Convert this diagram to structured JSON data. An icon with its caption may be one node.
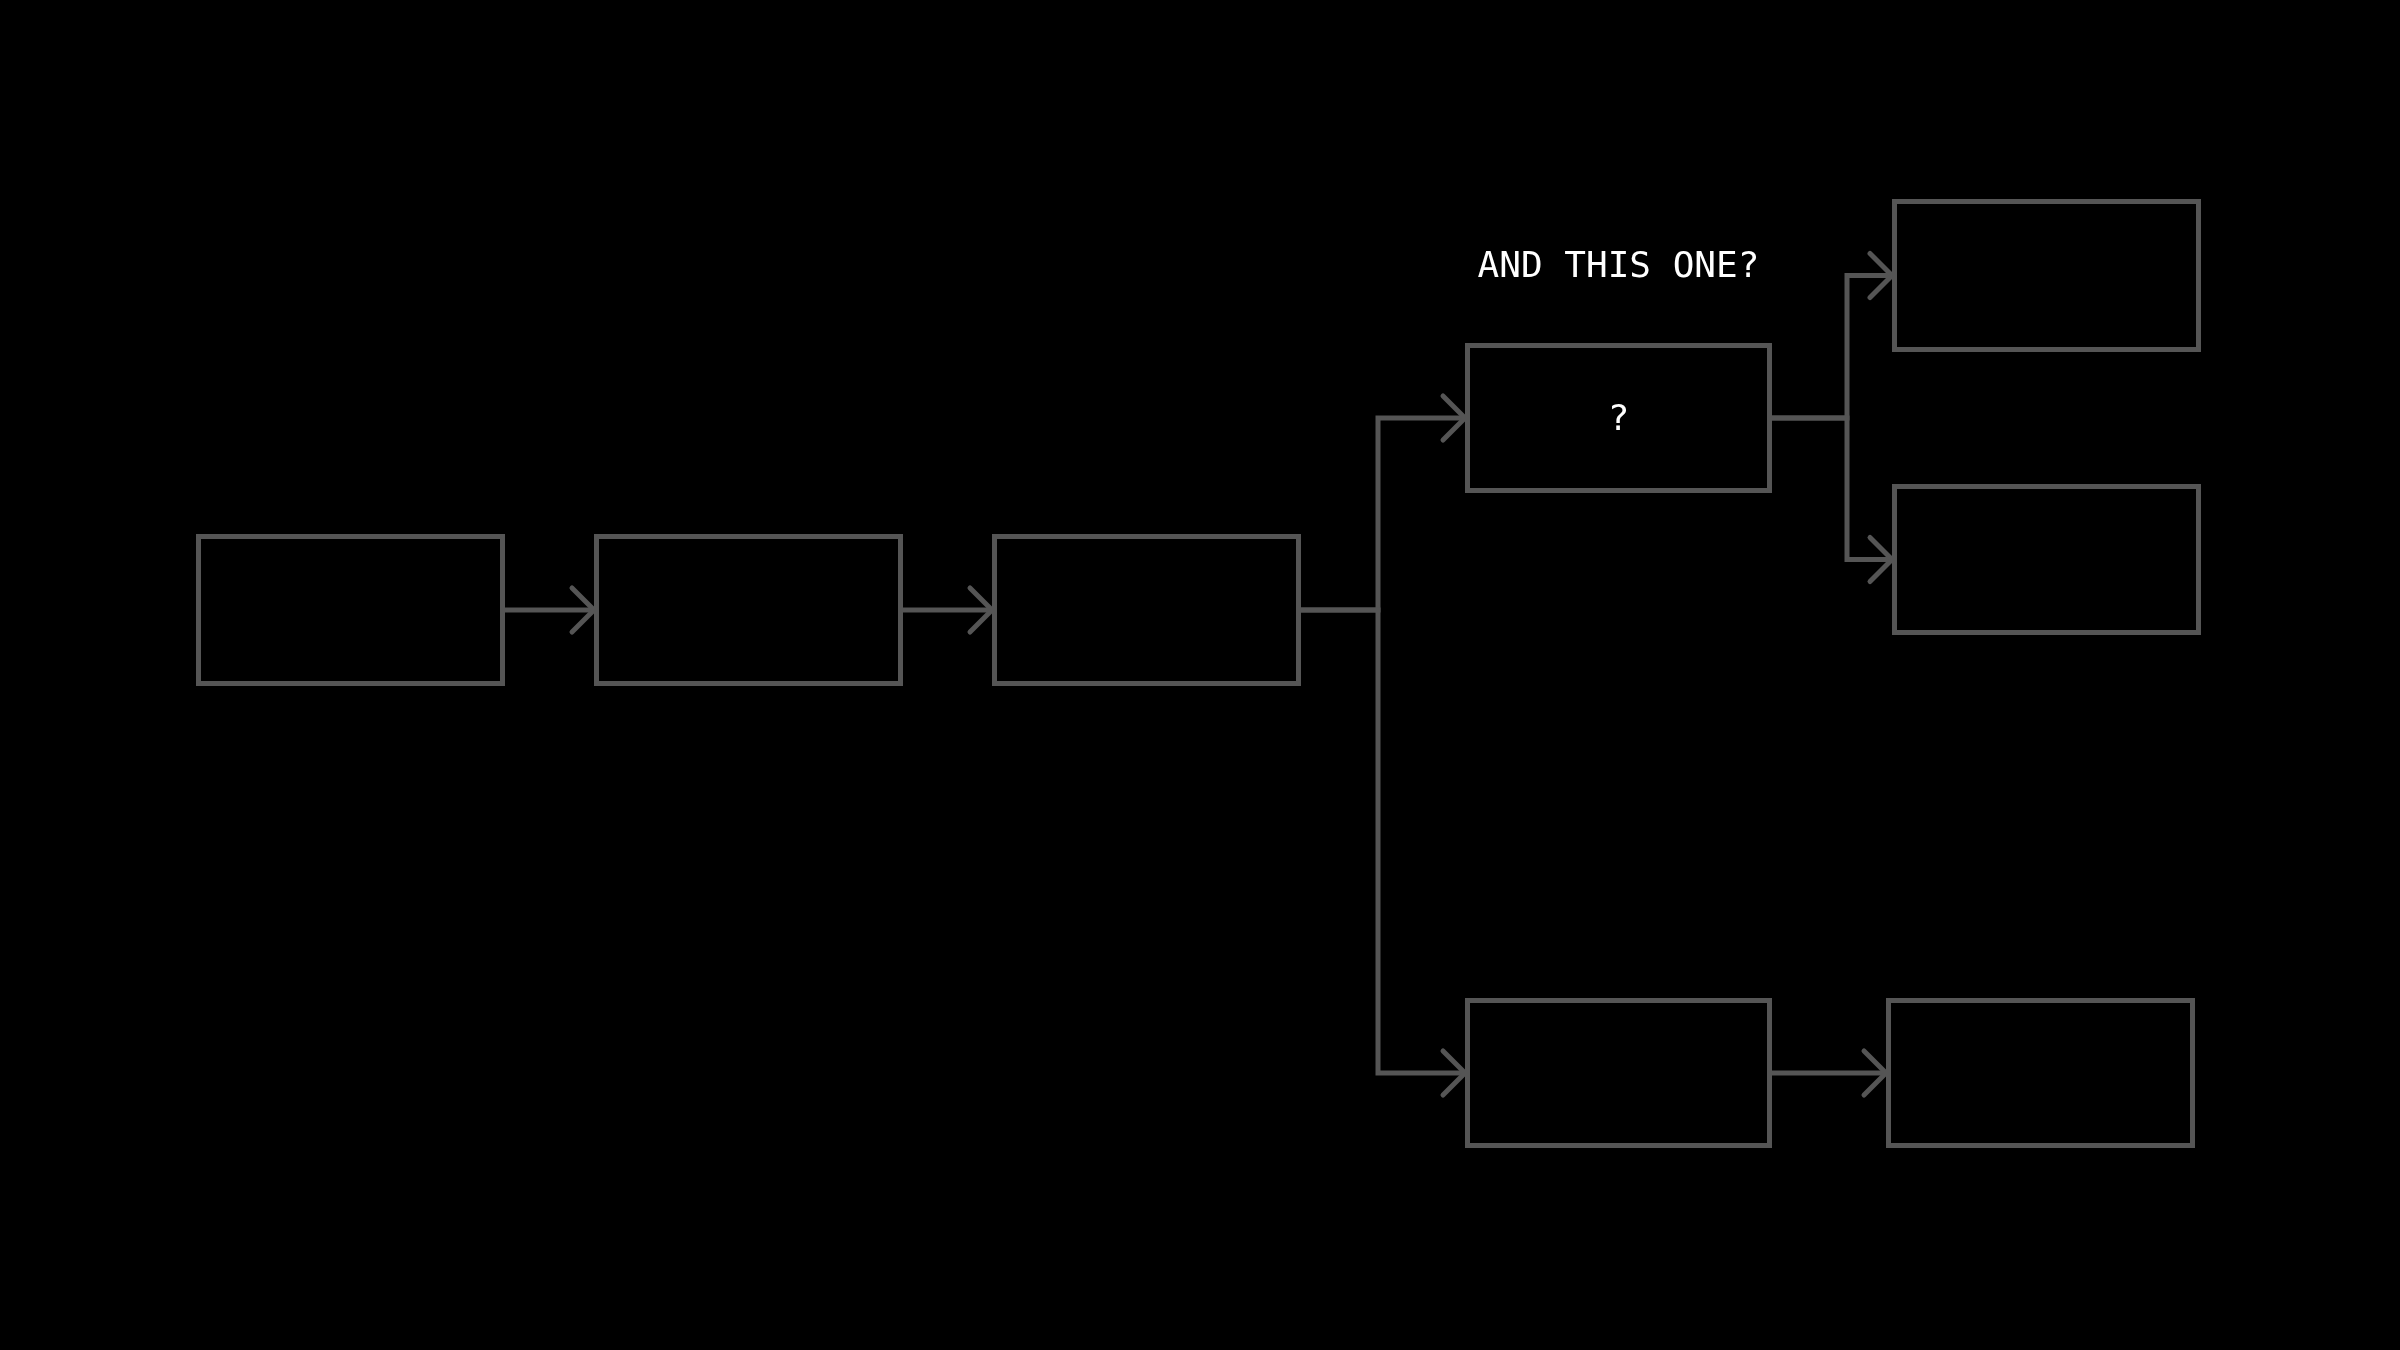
{
  "diagram": {
    "nodes": [
      {
        "text": [],
        "shape": "box"
      },
      {
        "text": [],
        "shape": "box"
      },
      {
        "text": [],
        "shape": "box"
      },
      {
        "text": [
          "?"
        ],
        "beside": [
          "AND THIS ONE?"
        ]
      },
      {
        "text": [],
        "shape": "box"
      },
      {
        "text": [],
        "shape": "box"
      },
      {
        "text": [],
        "shape": "box"
      },
      {
        "text": [],
        "shape": "box"
      }
    ],
    "edges": [
      {
        "from": 0,
        "to": 1,
        "arrow": "to"
      },
      {
        "from": 1,
        "to": 2,
        "arrow": "to"
      },
      {
        "from": 2,
        "to": 3,
        "arrow": "to"
      },
      {
        "from": 2,
        "to": 6,
        "arrow": "to"
      },
      {
        "from": 3,
        "to": 4,
        "arrow": "to"
      },
      {
        "from": 3,
        "to": 5,
        "arrow": "to"
      },
      {
        "from": 6,
        "to": 7,
        "arrow": "to"
      }
    ]
  }
}
